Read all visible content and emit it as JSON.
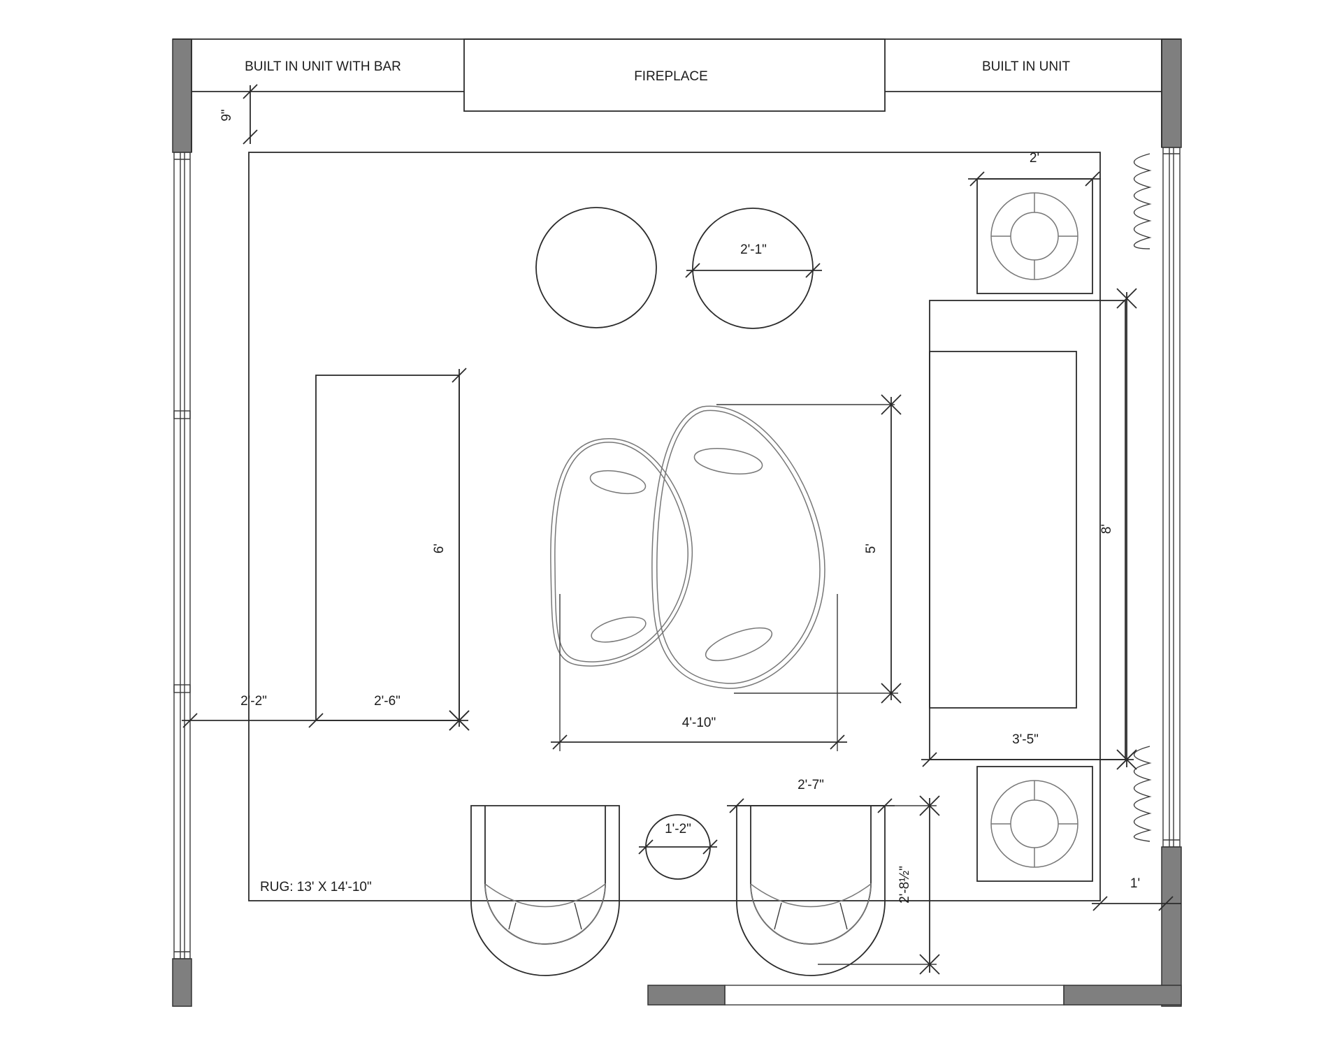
{
  "labels": {
    "built_in_bar": "BUILT IN UNIT WITH BAR",
    "fireplace": "FIREPLACE",
    "built_in_unit": "BUILT IN UNIT",
    "rug": "RUG: 13' X 14'-10\""
  },
  "dimensions": {
    "rug_offset_top": "9\"",
    "side_table_width": "2'",
    "ottoman_diameter": "2'-1\"",
    "bench_length": "6'",
    "coffee_table_depth": "5'",
    "sofa_length": "8'",
    "window_to_bench": "2'-2\"",
    "bench_width": "2'-6\"",
    "coffee_table_width": "4'-10\"",
    "sofa_depth": "3'-5\"",
    "chair_width": "2'-7\"",
    "drink_table_diameter": "1'-2\"",
    "chair_depth": "2'-8½\"",
    "rug_to_wall": "1'"
  },
  "colors": {
    "wall": "#7f7f7f",
    "line": "#2b2b2b",
    "furniture_gray": "#777777"
  }
}
